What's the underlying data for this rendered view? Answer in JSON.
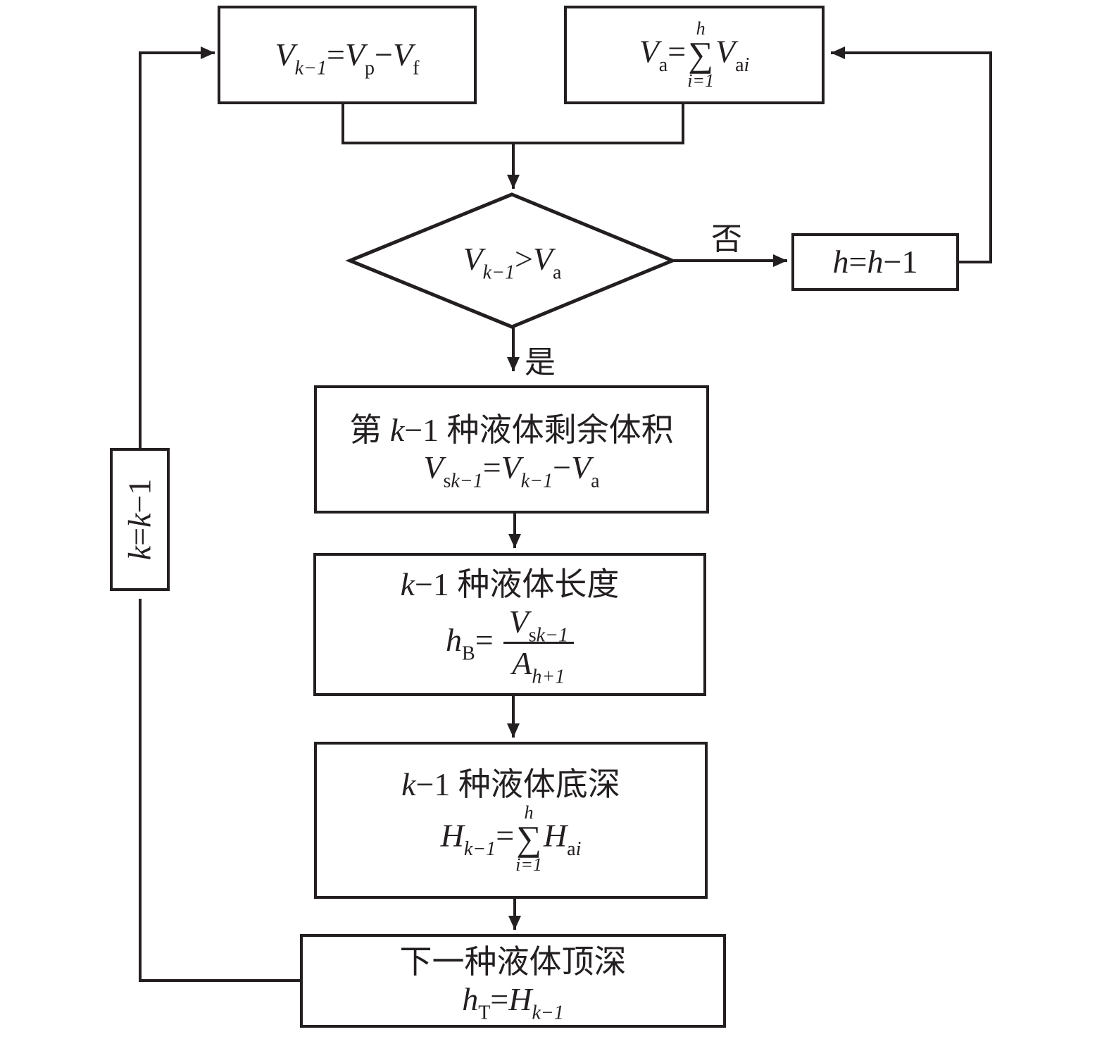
{
  "diagram": {
    "type": "flowchart",
    "nodes": {
      "vk_formula": {
        "lhs": "V",
        "lhs_sub": "k−1",
        "eq": "=",
        "a": "V",
        "a_sub": "p",
        "minus": "−",
        "b": "V",
        "b_sub": "f"
      },
      "va_formula": {
        "lhs": "V",
        "lhs_sub": "a",
        "eq": "=",
        "sum_upper": "h",
        "sum_lower": "i=1",
        "sigma": "∑",
        "term": "V",
        "term_sub": "a",
        "term_sub_i": "i"
      },
      "decision": {
        "lhs": "V",
        "lhs_sub": "k−1",
        "op": ">",
        "rhs": "V",
        "rhs_sub": "a"
      },
      "h_update": {
        "text": "h=h−1",
        "h1": "h",
        "eq": "=",
        "h2": "h",
        "rest": "−1"
      },
      "remaining_volume": {
        "title_prefix": "第 ",
        "title_k": "k",
        "title_suffix": "−1 种液体剩余体积",
        "lhs": "V",
        "lhs_sub": "s",
        "lhs_sub_k": "k−1",
        "eq": "=",
        "a": "V",
        "a_sub": "k−1",
        "minus": "−",
        "b": "V",
        "b_sub": "a"
      },
      "liquid_length": {
        "title_k": "k",
        "title_suffix": "−1 种液体长度",
        "lhs": "h",
        "lhs_sub": "B",
        "eq": "=",
        "num": "V",
        "num_sub": "s",
        "num_sub_k": "k−1",
        "den": "A",
        "den_sub": "h+1"
      },
      "bottom_depth": {
        "title_k": "k",
        "title_suffix": "−1 种液体底深",
        "lhs": "H",
        "lhs_sub": "k−1",
        "eq": "=",
        "sum_upper": "h",
        "sum_lower": "i=1",
        "sigma": "∑",
        "term": "H",
        "term_sub": "a",
        "term_sub_i": "i"
      },
      "top_depth": {
        "title": "下一种液体顶深",
        "lhs": "h",
        "lhs_sub": "T",
        "eq": "=",
        "rhs": "H",
        "rhs_sub": "k−1"
      },
      "k_update": {
        "k1": "k",
        "eq": "=",
        "k2": "k",
        "rest": "−1"
      }
    },
    "edge_labels": {
      "no": "否",
      "yes": "是"
    }
  }
}
